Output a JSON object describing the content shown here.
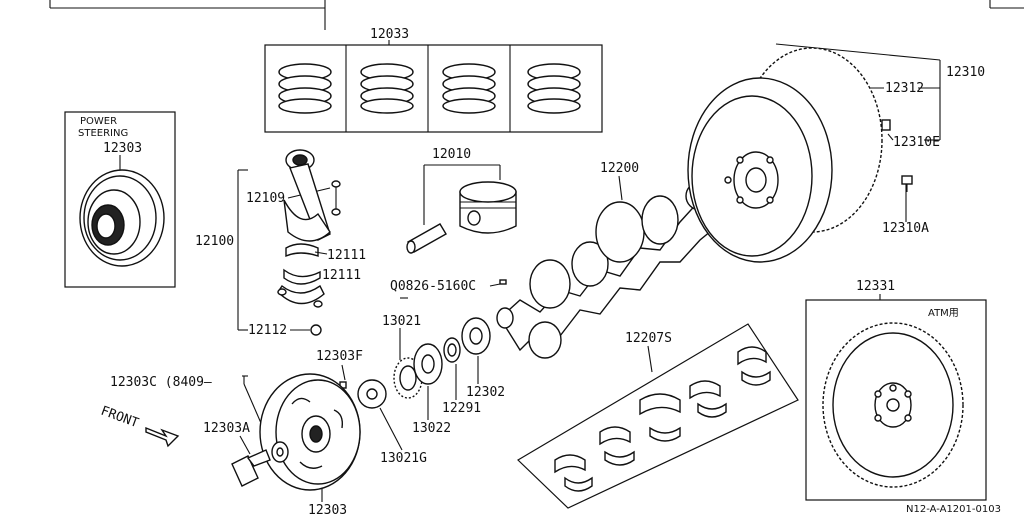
{
  "labels": {
    "piston_rings": "12033",
    "power_steering_line1": "POWER",
    "power_steering_line2": "STEERING",
    "ps_pulley": "12303",
    "piston": "12010",
    "crankshaft": "12200",
    "rod_assembly": "12100",
    "rod": "12109",
    "bearing_upper": "12111",
    "bearing_lower": "12111",
    "rod_nut": "12112",
    "key": "Q0826-5160C",
    "drive_plate_set": "12310",
    "ring_gear": "12312",
    "dowel": "12310E",
    "flywheel_bolt": "12310A",
    "atm_plate": "12331",
    "atm_note": "ATM用",
    "main_bearings": "12207S",
    "sprocket": "13021",
    "spacer": "12302",
    "washer": "12291",
    "chain_gear": "13022",
    "guide": "13021G",
    "pulley_bolt": "12303A",
    "crank_pulley": "12303",
    "pulley_key": "12303F",
    "note_12303c": "12303C (8409—",
    "front_arrow": "FRONT",
    "ref_code": "N12-A-A1201-0103"
  }
}
